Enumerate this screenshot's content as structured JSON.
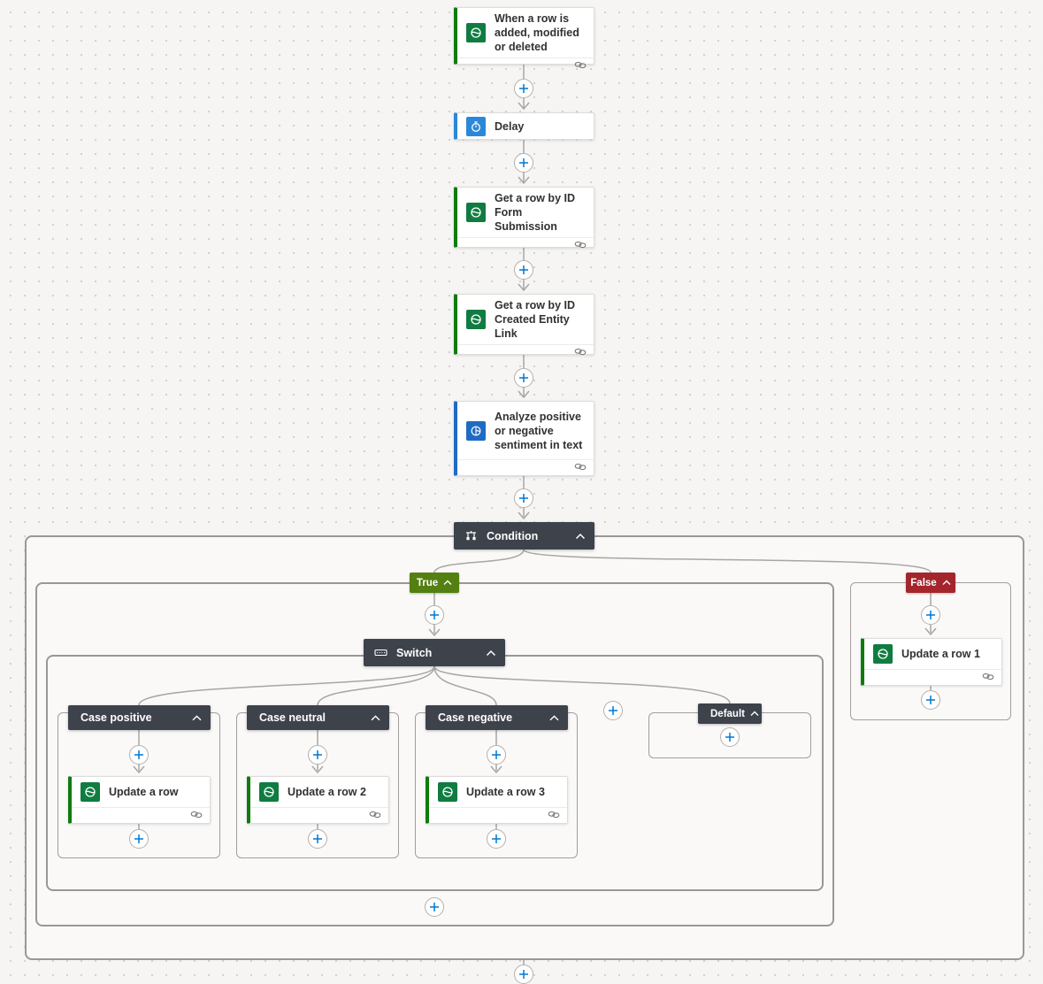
{
  "flow": {
    "trigger": {
      "title": "When a row is added, modified or deleted"
    },
    "delay": {
      "title": "Delay"
    },
    "get_row_form": {
      "title": "Get a row by ID Form Submission"
    },
    "get_row_link": {
      "title": "Get a row by ID Created Entity Link"
    },
    "sentiment": {
      "title": "Analyze positive or negative sentiment in text"
    },
    "condition": {
      "title": "Condition",
      "true_label": "True",
      "false_label": "False"
    },
    "switch": {
      "title": "Switch"
    },
    "cases": [
      {
        "title": "Case positive",
        "action": "Update a row"
      },
      {
        "title": "Case neutral",
        "action": "Update a row 2"
      },
      {
        "title": "Case negative",
        "action": "Update a row 3"
      }
    ],
    "default_case": {
      "title": "Default"
    },
    "false_branch_action": {
      "title": "Update a row 1"
    }
  },
  "icons": {
    "trigger": "dataverse-icon",
    "delay": "clock-icon",
    "sentiment": "ai-builder-icon",
    "condition": "condition-icon",
    "switch": "switch-icon",
    "connection": "link-icon",
    "collapse": "chevron-up-icon",
    "insert": "plus-icon"
  },
  "colors": {
    "dataverse_green": "#107c41",
    "trigger_bar_green": "#0f7b0f",
    "delay_blue": "#2b88d8",
    "ai_blue": "#1f6bc4",
    "scope_header_dark": "#3d424b",
    "true_green": "#538010",
    "false_red": "#a4262c",
    "plus_blue": "#0078d4",
    "connector_gray": "#a8a6a4"
  }
}
